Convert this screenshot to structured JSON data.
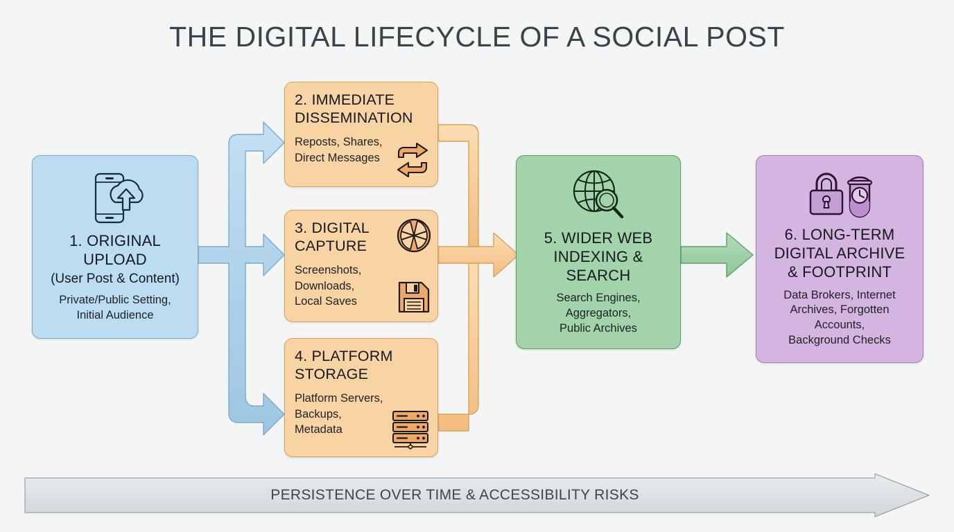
{
  "page": {
    "title": "THE DIGITAL LIFECYCLE OF A SOCIAL POST",
    "background_color": "#f4f6f6",
    "title_color": "#39434a"
  },
  "colors": {
    "blue_fill": "#bcdcf2",
    "blue_stroke": "#7fa9c4",
    "orange_fill": "#f8d3a4",
    "orange_stroke": "#d9a05b",
    "green_fill": "#a2d3ab",
    "green_stroke": "#5aa167",
    "purple_fill": "#d4b4e0",
    "purple_stroke": "#a57cb8",
    "banner_fill": "#dfe3e6",
    "banner_stroke": "#9aa3aa"
  },
  "nodes": [
    {
      "id": "node1",
      "heading": "1. ORIGINAL UPLOAD",
      "subheading": "(User Post & Content)",
      "detail": "Private/Public Setting, Initial Audience",
      "color": "blue",
      "icons": [
        "phone-cloud-upload-icon"
      ]
    },
    {
      "id": "node2",
      "heading": "2. IMMEDIATE DISSEMINATION",
      "detail": "Reposts, Shares, Direct Messages",
      "color": "orange",
      "icons": [
        "repost-arrows-icon"
      ]
    },
    {
      "id": "node3",
      "heading": "3. DIGITAL CAPTURE",
      "detail": "Screenshots, Downloads, Local Saves",
      "color": "orange",
      "icons": [
        "camera-aperture-icon",
        "floppy-disk-icon"
      ]
    },
    {
      "id": "node4",
      "heading": "4. PLATFORM STORAGE",
      "detail": "Platform Servers, Backups, Metadata",
      "color": "orange",
      "icons": [
        "server-rack-icon"
      ]
    },
    {
      "id": "node5",
      "heading": "5. WIDER WEB INDEXING & SEARCH",
      "detail": "Search Engines, Aggregators, Public Archives",
      "color": "green",
      "icons": [
        "globe-search-icon"
      ]
    },
    {
      "id": "node6",
      "heading": "6. LONG-TERM DIGITAL ARCHIVE & FOOTPRINT",
      "detail": "Data Brokers, Internet Archives, Forgotten Accounts, Background Checks",
      "color": "purple",
      "icons": [
        "padlock-icon",
        "time-capsule-clock-icon"
      ]
    }
  ],
  "node1_lines": {
    "line1": "1. ORIGINAL",
    "line2": "UPLOAD",
    "sub": "(User Post & Content)",
    "detail1": "Private/Public Setting,",
    "detail2": "Initial Audience"
  },
  "node2_lines": {
    "line1": "2. IMMEDIATE",
    "line2": "DISSEMINATION",
    "detail1": "Reposts, Shares,",
    "detail2": "Direct Messages"
  },
  "node3_lines": {
    "line1": "3. DIGITAL",
    "line2": "CAPTURE",
    "detail1": "Screenshots,",
    "detail2": "Downloads,",
    "detail3": "Local Saves"
  },
  "node4_lines": {
    "line1": "4. PLATFORM",
    "line2": "STORAGE",
    "detail1": "Platform Servers,",
    "detail2": "Backups,",
    "detail3": "Metadata"
  },
  "node5_lines": {
    "line1": "5. WIDER WEB",
    "line2": "INDEXING &",
    "line3": "SEARCH",
    "detail1": "Search Engines,",
    "detail2": "Aggregators,",
    "detail3": "Public Archives"
  },
  "node6_lines": {
    "line1": "6. LONG-TERM",
    "line2": "DIGITAL ARCHIVE",
    "line3": "& FOOTPRINT",
    "detail1": "Data Brokers, Internet",
    "detail2": "Archives, Forgotten",
    "detail3": "Accounts,",
    "detail4": "Background Checks"
  },
  "connectors": [
    {
      "name": "blue-branching-arrow",
      "from": "node1",
      "to": [
        "node2",
        "node3",
        "node4"
      ],
      "color": "#aacfe9"
    },
    {
      "name": "orange-merging-arrow",
      "from": [
        "node2",
        "node3",
        "node4"
      ],
      "to": "node5",
      "color": "#f7c891"
    },
    {
      "name": "green-arrow",
      "from": "node5",
      "to": "node6",
      "color": "#a2d3ab"
    }
  ],
  "banner": {
    "label": "PERSISTENCE OVER TIME & ACCESSIBILITY RISKS",
    "name": "persistence-arrow-banner"
  }
}
